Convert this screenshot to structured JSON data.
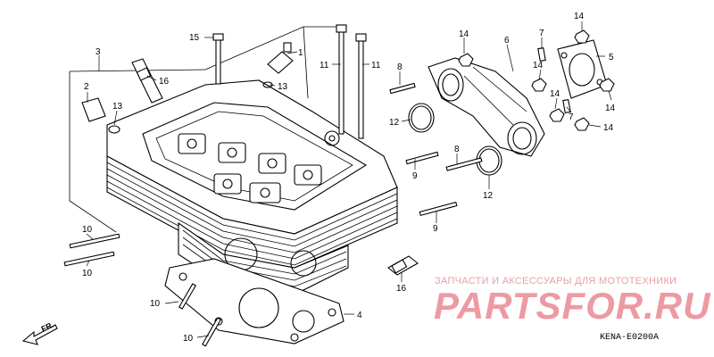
{
  "diagram": {
    "part_numbers": {
      "p2": "2",
      "p3": "3",
      "p4": "4",
      "p5": "5",
      "p6": "6",
      "p7a": "7",
      "p7b": "7",
      "p8a": "8",
      "p8b": "8",
      "p9a": "9",
      "p9b": "9",
      "p10a": "10",
      "p10b": "10",
      "p10c": "10",
      "p10d": "10",
      "p11a": "11",
      "p11b": "11",
      "p12a": "12",
      "p12b": "12",
      "p13a": "13",
      "p13b": "13",
      "p14a": "14",
      "p14b": "14",
      "p14c": "14",
      "p14d": "14",
      "p14e": "14",
      "p14f": "14",
      "p15": "15",
      "p16a": "16",
      "p16b": "16",
      "p1": "1"
    },
    "front_marker": "FR.",
    "diagram_code": "KENA-E0200A"
  },
  "watermark": {
    "tagline": "ЗАПЧАСТИ И АКСЕССУАРЫ ДЛЯ МОТОТЕХНИКИ",
    "brand": "PARTSFOR.RU",
    "color": "#ec9aa3"
  }
}
